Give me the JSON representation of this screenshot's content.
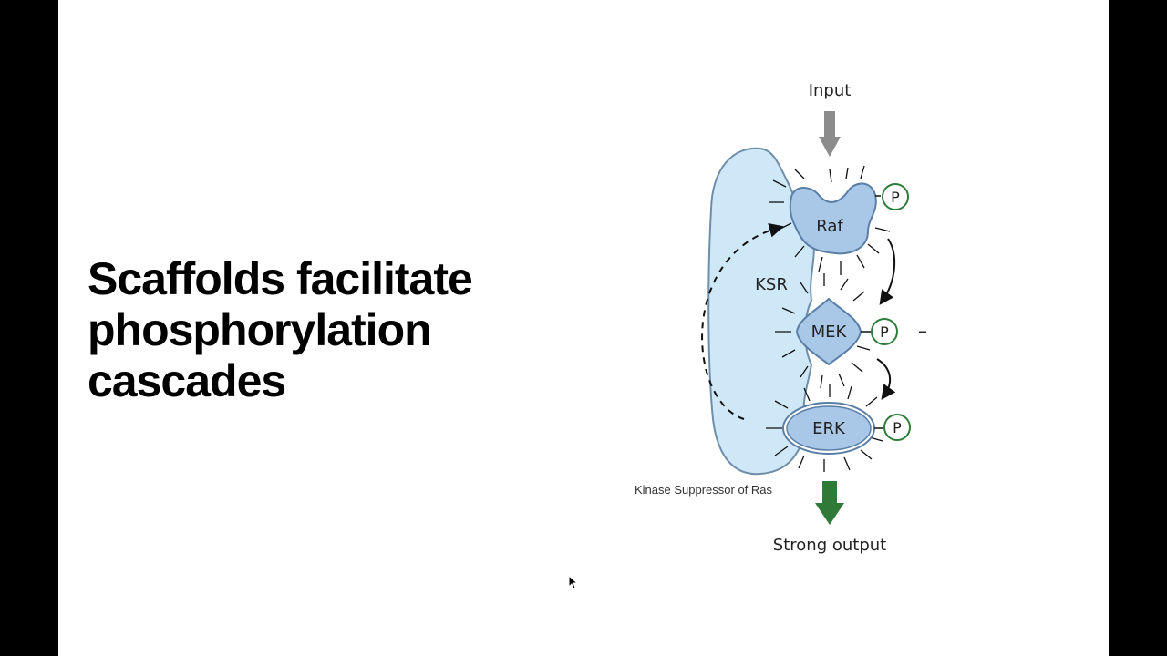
{
  "slide": {
    "title_lines": [
      "Scaffolds facilitate",
      "phosphorylation",
      "cascades"
    ]
  },
  "diagram": {
    "input_label": "Input",
    "scaffold_label": "KSR",
    "scaffold_caption": "Kinase Suppressor of Ras",
    "kinases": [
      "Raf",
      "MEK",
      "ERK"
    ],
    "phospho_label": "P",
    "minus_sign": "–",
    "output_label": "Strong output",
    "colors": {
      "scaffold_fill": "#cfe8f7",
      "scaffold_stroke": "#6f8fa8",
      "kinase_fill": "#a9c8e8",
      "kinase_stroke": "#5a7fa6",
      "phospho_stroke": "#2e7d3a",
      "input_arrow": "#8c8c8c",
      "output_arrow": "#2f7a37"
    }
  }
}
